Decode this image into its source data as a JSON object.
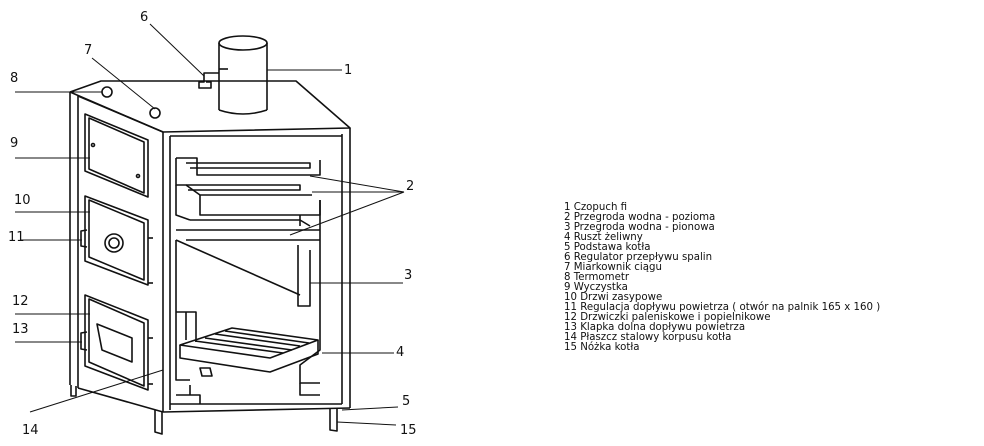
{
  "callouts": [
    "1",
    "2",
    "3",
    "4",
    "5",
    "6",
    "7",
    "8",
    "9",
    "10",
    "11",
    "12",
    "13",
    "14",
    "15"
  ],
  "legend": [
    "1  Czopuch fi",
    "2  Przegroda wodna - pozioma",
    "3  Przegroda wodna - pionowa",
    "4  Ruszt żeliwny",
    "5  Podstawa kotła",
    "6  Regulator przepływu spalin",
    "7  Miarkownik ciągu",
    "8  Termometr",
    "9  Wyczystka",
    "10 Drzwi zasypowe",
    "11 Regulacja dopływu powietrza ( otwór na palnik 165 x 160 )",
    "12 Drzwiczki paleniskowe i popielnikowe",
    "13 Klapka dolna dopływu powietrza",
    "14 Płaszcz stalowy korpusu kotła",
    "15 Nóżka kotła"
  ]
}
